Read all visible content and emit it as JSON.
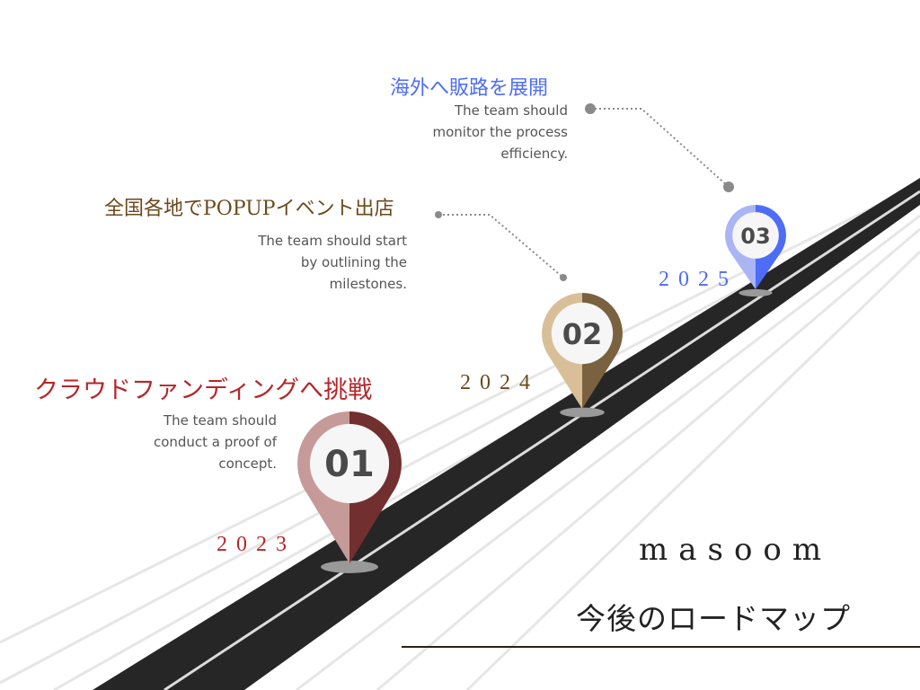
{
  "milestones": [
    {
      "number": "01",
      "year": "2023",
      "title": "クラウドファンディングへ挑戦",
      "description": [
        "The team should",
        "conduct a proof of",
        "concept."
      ],
      "light": "#c69a98",
      "dark": "#722f2f",
      "text_color": "#b5262a"
    },
    {
      "number": "02",
      "year": "2024",
      "title": "全国各地でPOPUPイベント出店",
      "description": [
        "The team should start",
        "by outlining the",
        "milestones."
      ],
      "light": "#d8bf98",
      "dark": "#7a6240",
      "text_color": "#6b4a1c"
    },
    {
      "number": "03",
      "year": "2025",
      "title": "海外へ販路を展開",
      "description": [
        "The team should",
        "monitor the process",
        "efficiency."
      ],
      "light": "#aab5f5",
      "dark": "#4e6cf6",
      "text_color": "#4e6cf6"
    }
  ],
  "brand": "masoom",
  "subtitle": "今後のロードマップ"
}
